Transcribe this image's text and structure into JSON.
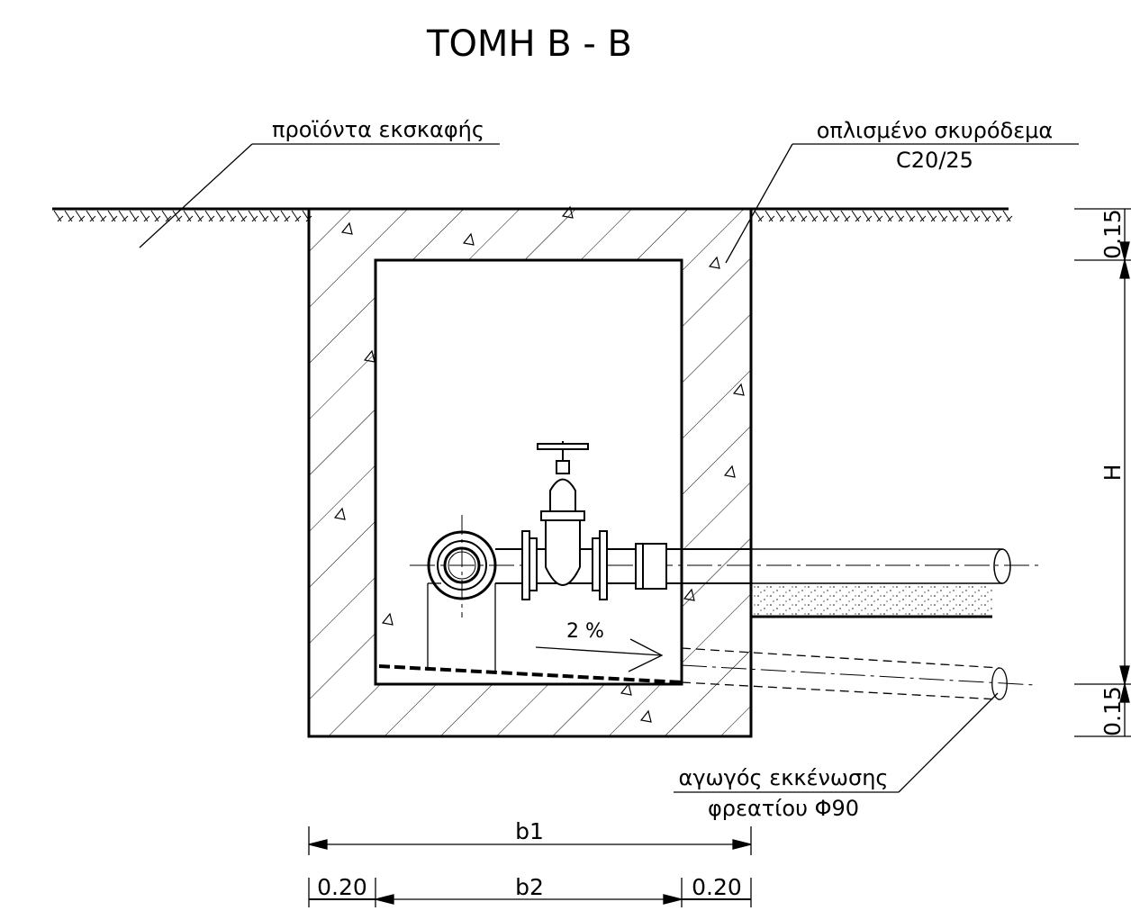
{
  "title": "ΤΟΜΗ Β - Β",
  "labels": {
    "excavation": "προϊόντα εκσκαφής",
    "concrete_line1": "οπλισμένο σκυρόδεμα",
    "concrete_line2": "C20/25",
    "drain_line1": "αγωγός εκκένωσης",
    "drain_line2": "φρεατίου  Φ90",
    "slope": "2 %"
  },
  "dimensions": {
    "b1": "b1",
    "b2": "b2",
    "wall_left": "0.20",
    "wall_right": "0.20",
    "slab_top": "0.15",
    "slab_bottom": "0.15",
    "height": "H"
  }
}
